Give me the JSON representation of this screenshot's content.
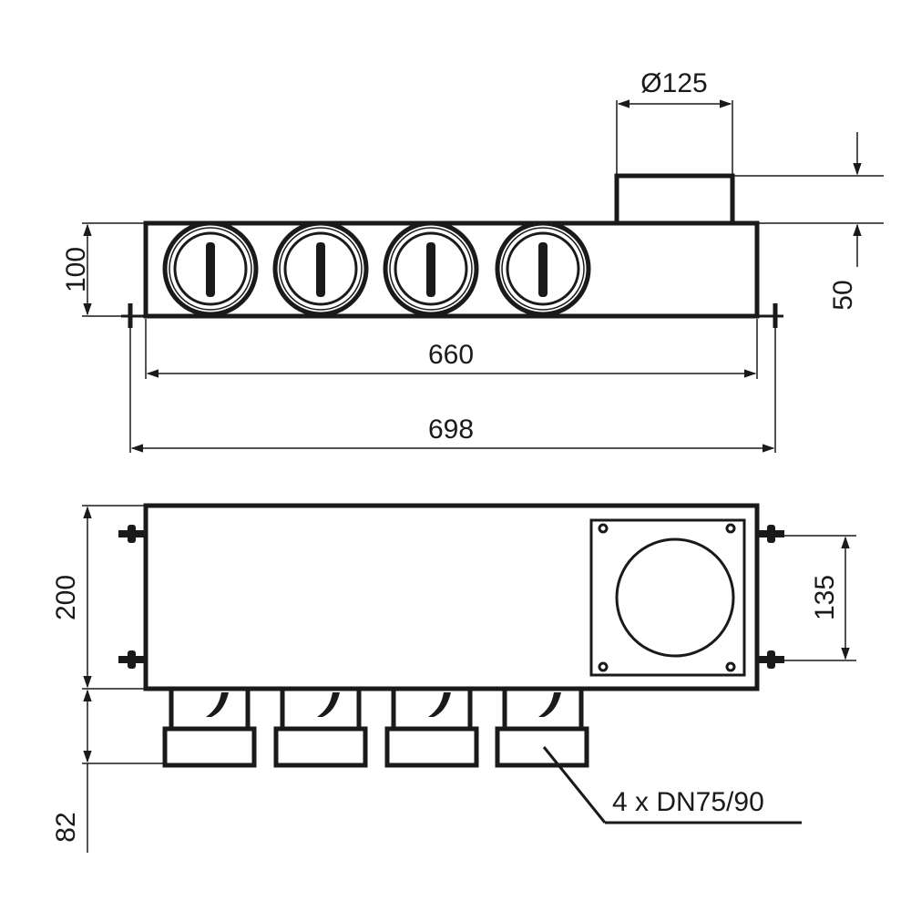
{
  "drawing": {
    "line_color": "#1a1a1a",
    "background": "#ffffff",
    "dimensions": {
      "top_height": "100",
      "collar_height": "50",
      "inner_length": "660",
      "overall_length": "698",
      "top_collar_diameter": "Ø125",
      "bottom_depth": "200",
      "bracket_spacing": "135",
      "spigot_length": "82"
    },
    "outlet_callout": "4 x DN75/90"
  }
}
